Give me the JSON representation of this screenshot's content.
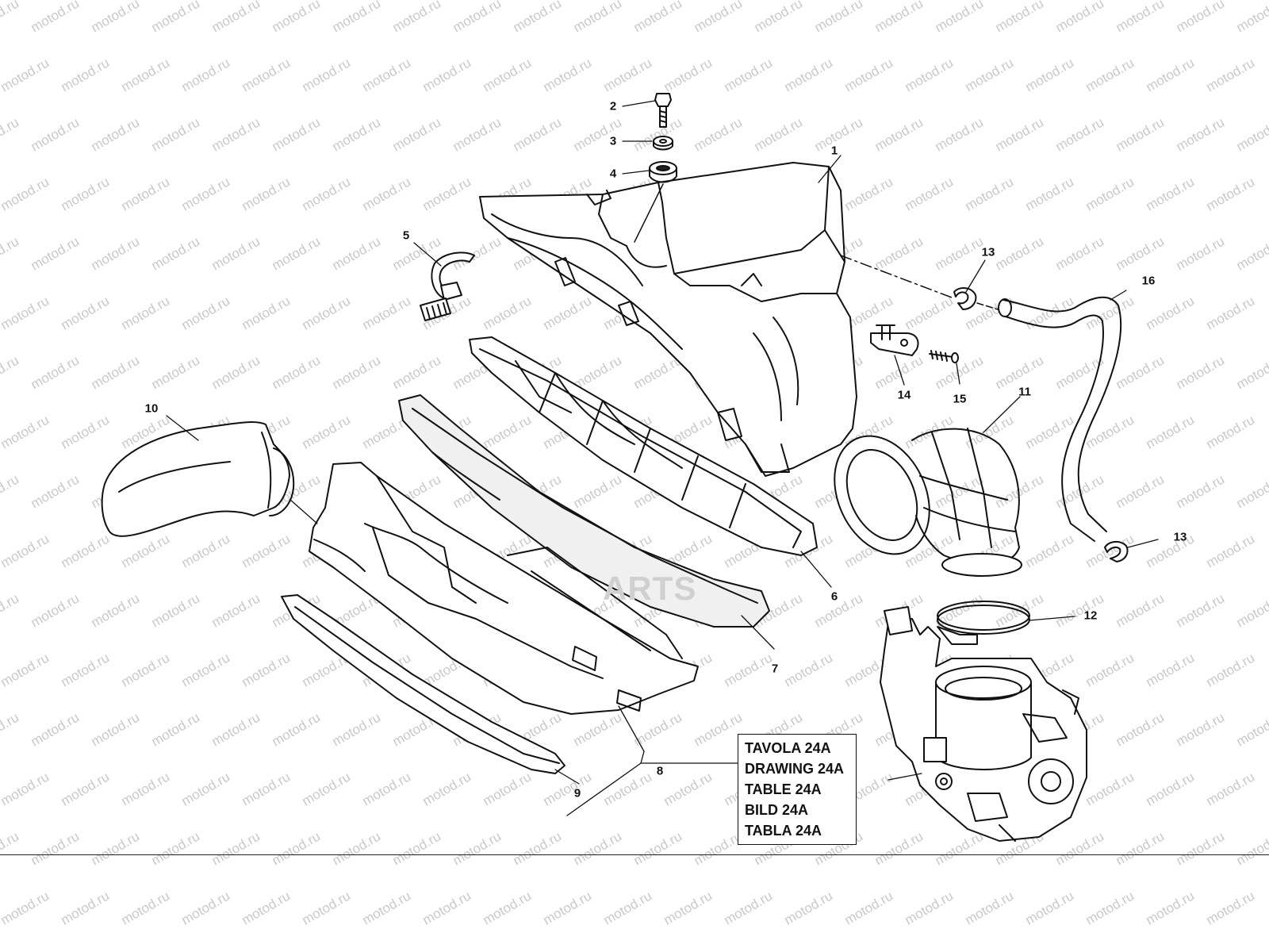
{
  "watermark": "motod.ru",
  "brand_ghost": "ARTS",
  "callouts": [
    {
      "id": "1",
      "label": "1"
    },
    {
      "id": "2",
      "label": "2"
    },
    {
      "id": "3",
      "label": "3"
    },
    {
      "id": "4",
      "label": "4"
    },
    {
      "id": "5",
      "label": "5"
    },
    {
      "id": "6",
      "label": "6"
    },
    {
      "id": "7",
      "label": "7"
    },
    {
      "id": "8",
      "label": "8"
    },
    {
      "id": "9",
      "label": "9"
    },
    {
      "id": "10",
      "label": "10"
    },
    {
      "id": "11",
      "label": "11"
    },
    {
      "id": "12",
      "label": "12"
    },
    {
      "id": "13a",
      "label": "13"
    },
    {
      "id": "13b",
      "label": "13"
    },
    {
      "id": "14",
      "label": "14"
    },
    {
      "id": "15",
      "label": "15"
    },
    {
      "id": "16",
      "label": "16"
    }
  ],
  "reference_box": {
    "lines": [
      "TAVOLA 24A",
      "DRAWING 24A",
      "TABLE 24A",
      "BILD 24A",
      "TABLA 24A"
    ]
  }
}
